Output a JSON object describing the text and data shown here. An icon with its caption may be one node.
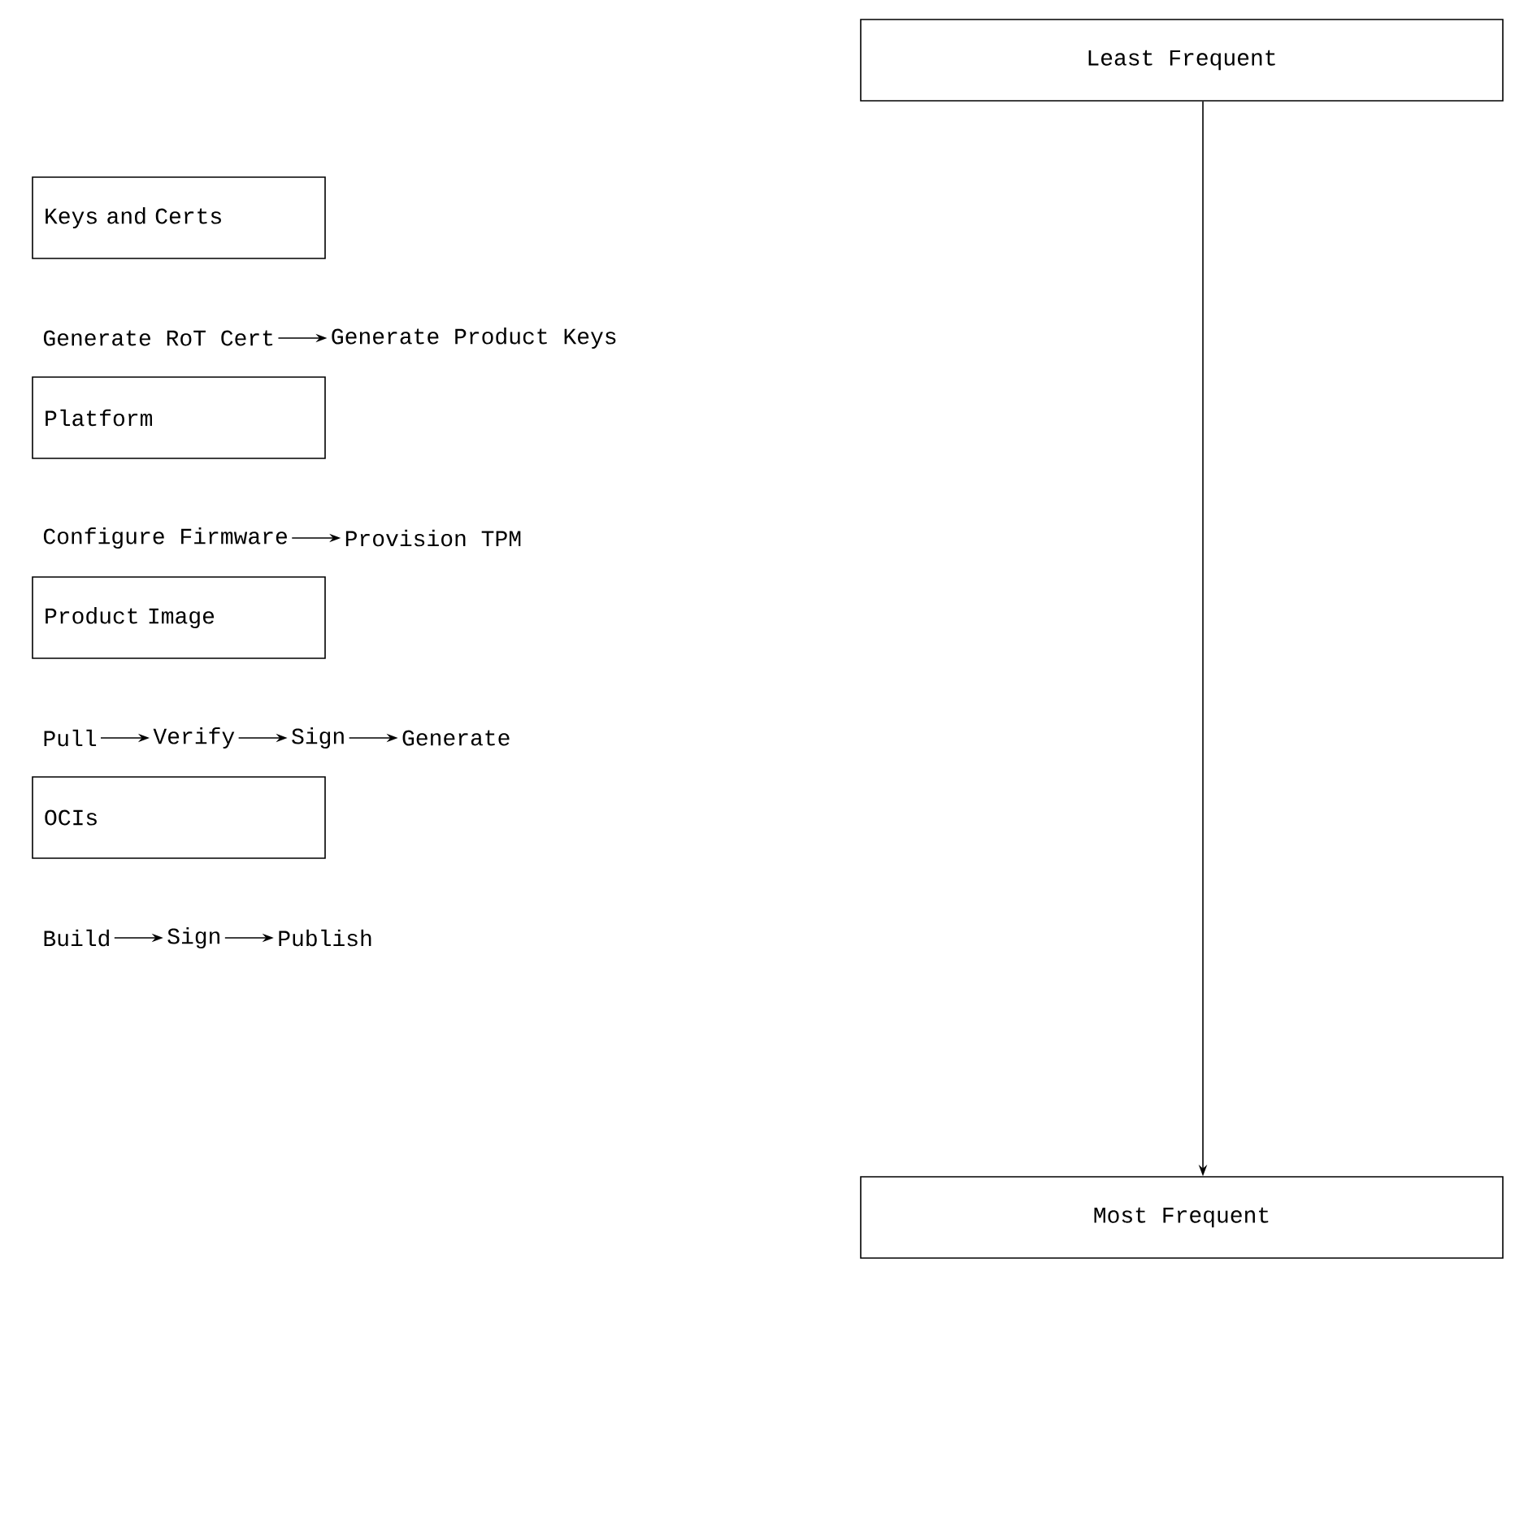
{
  "diagram": {
    "nodes": [
      {
        "text": [
          "Least Frequent"
        ]
      },
      {
        "text": [
          "Keys and Certs"
        ]
      },
      {
        "text": [
          "Generate RoT Cert"
        ]
      },
      {
        "text": [
          "Generate Product Keys"
        ]
      },
      {
        "text": [
          "Platform"
        ]
      },
      {
        "text": [
          "Configure Firmware"
        ]
      },
      {
        "text": [
          "Provision TPM"
        ]
      },
      {
        "text": [
          "Product Image"
        ]
      },
      {
        "text": [
          "Pull"
        ]
      },
      {
        "text": [
          "Verify"
        ]
      },
      {
        "text": [
          "Sign"
        ]
      },
      {
        "text": [
          "Generate"
        ]
      },
      {
        "text": [
          "OCIs"
        ]
      },
      {
        "text": [
          "Build"
        ]
      },
      {
        "text": [
          "Sign"
        ]
      },
      {
        "text": [
          "Publish"
        ]
      },
      {
        "text": [
          "Most Frequent"
        ]
      }
    ],
    "edges": [
      {
        "from": 0,
        "to": 16,
        "arrow": "to"
      },
      {
        "from": 2,
        "to": 3,
        "arrow": "to"
      },
      {
        "from": 5,
        "to": 6,
        "arrow": "to"
      },
      {
        "from": 8,
        "to": 9,
        "arrow": "to"
      },
      {
        "from": 9,
        "to": 10,
        "arrow": "to"
      },
      {
        "from": 10,
        "to": 11,
        "arrow": "to"
      },
      {
        "from": 13,
        "to": 14,
        "arrow": "to"
      },
      {
        "from": 14,
        "to": 15,
        "arrow": "to"
      }
    ]
  }
}
